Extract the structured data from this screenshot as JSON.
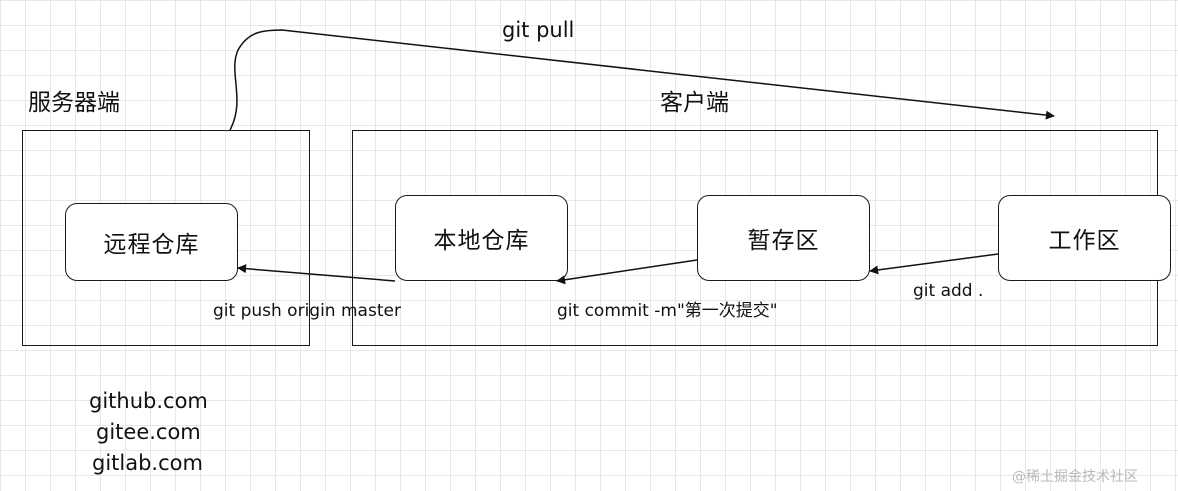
{
  "zones": {
    "server": "服务器端",
    "client": "客户端"
  },
  "nodes": {
    "remote": "远程仓库",
    "local": "本地仓库",
    "staging": "暂存区",
    "workspace": "工作区"
  },
  "edges": {
    "pull": "git pull",
    "push": "git push origin master",
    "commit": "git commit -m\"第一次提交\"",
    "add": "git add ."
  },
  "hosts": [
    "github.com",
    "gitee.com",
    "gitlab.com"
  ],
  "watermark": "@稀土掘金技术社区"
}
